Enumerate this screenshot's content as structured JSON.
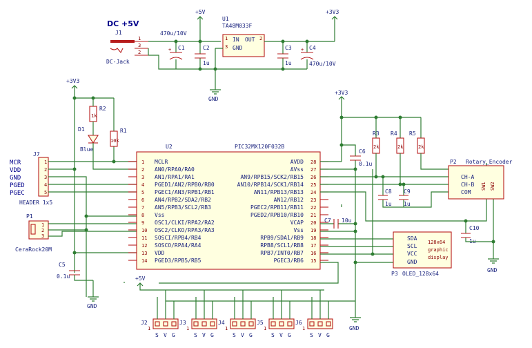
{
  "power_in": {
    "title": "DC +5V",
    "ref": "J1",
    "name": "DC-Jack",
    "pins": [
      "1",
      "3",
      "2"
    ]
  },
  "regulator": {
    "ref": "U1",
    "name": "TA48M033F",
    "pin_in": "IN",
    "pin_out": "OUT",
    "pin_gnd": "GND",
    "pins": [
      "1",
      "2",
      "3"
    ]
  },
  "caps": {
    "c1": {
      "ref": "C1",
      "value": "470u/10V"
    },
    "c2": {
      "ref": "C2",
      "value": "1u"
    },
    "c3": {
      "ref": "C3",
      "value": "1u"
    },
    "c4": {
      "ref": "C4",
      "value": "470u/10V"
    },
    "c5": {
      "ref": "C5",
      "value": "0.1u"
    },
    "c6": {
      "ref": "C6",
      "value": "0.1u"
    },
    "c7": {
      "ref": "C7",
      "value": "10u"
    },
    "c8": {
      "ref": "C8",
      "value": "1u"
    },
    "c9": {
      "ref": "C9",
      "value": "1u"
    },
    "c10": {
      "ref": "C10",
      "value": "1u"
    }
  },
  "resistors": {
    "r1": {
      "ref": "R1",
      "value": "10k"
    },
    "r2": {
      "ref": "R2",
      "value": "1k"
    },
    "r3": {
      "ref": "R3",
      "value": "2k"
    },
    "r4": {
      "ref": "R4",
      "value": "2k"
    },
    "r5": {
      "ref": "R5",
      "value": "2k"
    }
  },
  "led": {
    "ref": "D1",
    "color": "Blue"
  },
  "power_labels": {
    "v5": "+5V",
    "v33": "+3V3",
    "gnd": "GND"
  },
  "header": {
    "ref": "J7",
    "name": "HEADER 1x5",
    "signals": [
      "MCR",
      "VDD",
      "GND",
      "PGED",
      "PGEC"
    ],
    "pins": [
      "1",
      "2",
      "3",
      "4",
      "5"
    ]
  },
  "resonator": {
    "ref": "P1",
    "name": "CeraRock20M",
    "pins": [
      "1",
      "2",
      "3"
    ]
  },
  "mcu": {
    "ref": "U2",
    "name": "PIC32MX120F032B",
    "left_pins": [
      {
        "num": "1",
        "name": "MCLR"
      },
      {
        "num": "2",
        "name": "AN0/RPA0/RA0"
      },
      {
        "num": "3",
        "name": "AN1/RPA1/RA1"
      },
      {
        "num": "4",
        "name": "PGED1/AN2/RPB0/RB0"
      },
      {
        "num": "5",
        "name": "PGEC1/AN3/RPB1/RB1"
      },
      {
        "num": "6",
        "name": "AN4/RPB2/SDA2/RB2"
      },
      {
        "num": "7",
        "name": "AN5/RPB3/SCL2/RB3"
      },
      {
        "num": "8",
        "name": "Vss"
      },
      {
        "num": "9",
        "name": "OSC1/CLKI/RPA2/RA2"
      },
      {
        "num": "10",
        "name": "OSC2/CLKO/RPA3/RA3"
      },
      {
        "num": "11",
        "name": "SOSCI/RPB4/RB4"
      },
      {
        "num": "12",
        "name": "SOSCO/RPA4/RA4"
      },
      {
        "num": "13",
        "name": "VDD"
      },
      {
        "num": "14",
        "name": "PGED3/RPB5/RB5"
      }
    ],
    "right_pins": [
      {
        "num": "28",
        "name": "AVDD"
      },
      {
        "num": "27",
        "name": "AVss"
      },
      {
        "num": "26",
        "name": "AN9/RPB15/SCK2/RB15"
      },
      {
        "num": "25",
        "name": "AN10/RPB14/SCK1/RB14"
      },
      {
        "num": "24",
        "name": "AN11/RPB13/RB13"
      },
      {
        "num": "23",
        "name": "AN12/RB12"
      },
      {
        "num": "22",
        "name": "PGEC2/RPB11/RB11"
      },
      {
        "num": "21",
        "name": "PGED2/RPB10/RB10"
      },
      {
        "num": "20",
        "name": "VCAP"
      },
      {
        "num": "19",
        "name": "Vss"
      },
      {
        "num": "18",
        "name": "RPB9/SDA1/RB9"
      },
      {
        "num": "17",
        "name": "RPB8/SCL1/RB8"
      },
      {
        "num": "16",
        "name": "RPB7/INT0/RB7"
      },
      {
        "num": "15",
        "name": "PGEC3/RB6"
      }
    ]
  },
  "encoder": {
    "ref": "P2",
    "name": "Rotary_Encoder",
    "pins": [
      "CH-A",
      "CH-B",
      "COM"
    ],
    "sw": [
      "SW1",
      "SW2"
    ]
  },
  "oled": {
    "ref": "P3",
    "name": "OLED_128x64",
    "pins": [
      "SDA",
      "SCL",
      "VCC",
      "GND"
    ],
    "label": [
      "128x64",
      "graphic",
      "display"
    ]
  },
  "servo_headers": [
    {
      "ref": "J2",
      "pin1": "1"
    },
    {
      "ref": "J3",
      "pin1": "1"
    },
    {
      "ref": "J4",
      "pin1": "1"
    },
    {
      "ref": "J5",
      "pin1": "1"
    },
    {
      "ref": "J6",
      "pin1": "1"
    }
  ],
  "servo_pins": [
    "S",
    "V",
    "G"
  ]
}
